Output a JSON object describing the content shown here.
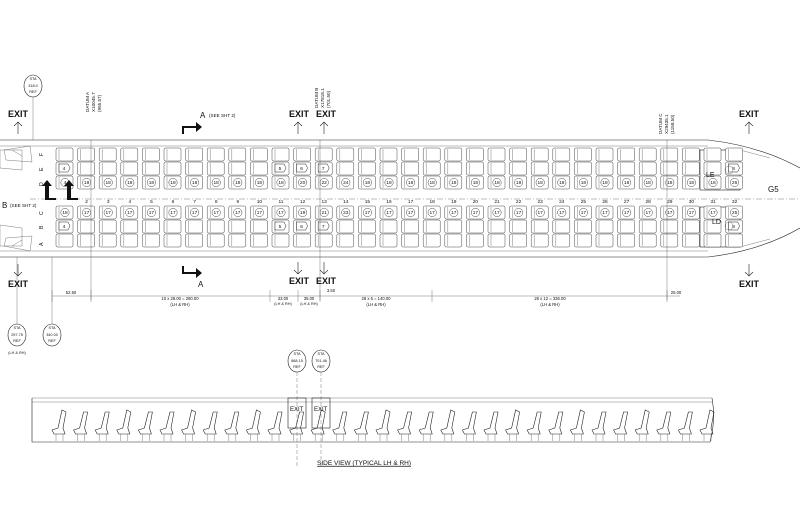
{
  "exits": {
    "fwd_upper": "EXIT",
    "fwd_lower": "EXIT",
    "mid_upper_left": "EXIT",
    "mid_upper_right": "EXIT",
    "mid_lower_left": "EXIT",
    "mid_lower_right": "EXIT",
    "aft_upper": "EXIT",
    "aft_lower": "EXIT"
  },
  "stations": {
    "top_left": [
      "STA",
      "318.0",
      "REF"
    ],
    "bottom_left_1": [
      "STA",
      "297.75",
      "REF"
    ],
    "bottom_left_1_note": "(LH & RH)",
    "bottom_left_2": [
      "STA",
      "340.00",
      "REF"
    ],
    "side_1": [
      "STA",
      "668.15",
      "REF"
    ],
    "side_2": [
      "STA",
      "701.46",
      "REF"
    ]
  },
  "datums": {
    "a": [
      "DATUM A",
      "X10045.7",
      "(955.57)"
    ],
    "b": [
      "DATUM B",
      "X17818.1",
      "(701.50)"
    ],
    "c": [
      "DATUM C",
      "X29435.1",
      "(1158.50)"
    ]
  },
  "section": {
    "a_top": "A",
    "a_top_note": "(SEE SHT 2)",
    "a_bottom": "A",
    "b_left": "B",
    "b_left_note": "(SEE SHT 2)"
  },
  "seat_letters": [
    "F",
    "E",
    "D",
    "C",
    "B",
    "A"
  ],
  "rows": [
    "1",
    "2",
    "3",
    "4",
    "5",
    "6",
    "7",
    "8",
    "9",
    "10",
    "11",
    "12",
    "13",
    "14",
    "15",
    "16",
    "17",
    "18",
    "19",
    "20",
    "21",
    "22",
    "23",
    "24",
    "25",
    "26",
    "27",
    "28",
    "29",
    "30",
    "31",
    "32"
  ],
  "seat_labels": {
    "row_e": [
      "4",
      "18",
      "18",
      "18",
      "18",
      "18",
      "18",
      "18",
      "18",
      "18",
      "18",
      "20",
      "22",
      "24",
      "18",
      "18",
      "18",
      "18",
      "18",
      "18",
      "18",
      "18",
      "18",
      "18",
      "18",
      "18",
      "18",
      "18",
      "18",
      "18",
      "18",
      "26"
    ],
    "row_c": [
      "18",
      "17",
      "17",
      "17",
      "17",
      "17",
      "17",
      "17",
      "17",
      "17",
      "17",
      "19",
      "21",
      "23",
      "17",
      "17",
      "17",
      "17",
      "17",
      "17",
      "17",
      "17",
      "17",
      "17",
      "17",
      "17",
      "17",
      "17",
      "17",
      "17",
      "17",
      "25"
    ]
  },
  "tags": {
    "upper": [
      "4",
      "5",
      "6",
      "7",
      "8"
    ],
    "lower": [
      "4",
      "5",
      "6",
      "7",
      "8"
    ]
  },
  "galley": {
    "g5": "G5",
    "le": "LE",
    "ld": "LD"
  },
  "dimensions": {
    "d1": "52.50",
    "d2": "10 x 28.00 = 280.00",
    "d2_note": "(LH & RH)",
    "d3": "33.00",
    "d3_note": "(LH & RH)",
    "d4": "35.00",
    "d4_note": "(LH & RH)",
    "d5": "3.50",
    "d6": "28 x 5 = 140.00",
    "d6_note": "(LH & RH)",
    "d7": "28 x 12 = 336.00",
    "d7_note": "(LH & RH)",
    "d8": "25.00"
  },
  "side_view": {
    "caption": "SIDE VIEW (TYPICAL LH & RH)",
    "exit_1": "EXIT",
    "exit_2": "EXIT"
  }
}
